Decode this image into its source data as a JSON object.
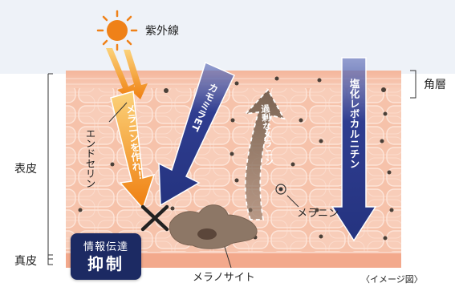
{
  "labels": {
    "uv": "紫外線",
    "stratum_corneum": "角層",
    "epidermis": "表皮",
    "dermis": "真皮",
    "endothelin": "エンドセリン",
    "melanin": "メラニン",
    "melanocyte": "メラノサイト",
    "image_note": "〈イメージ図〉"
  },
  "arrows": {
    "make_melanin": "メラニンを作れ！",
    "chamomile": "カモミラET",
    "excess_melanin": "過剰なメラニン",
    "carnitine": "塩化レボカルニチン"
  },
  "badge": {
    "line1": "情報伝達",
    "line2": "抑制"
  },
  "colors": {
    "skin": "#f6c2aa",
    "skin_cell_border": "#fbe0d3",
    "stratum": "#f3b39a",
    "navy": "#2b3a8c",
    "orange": "#f08b1e",
    "brown": "#8c7462",
    "badge": "#1c2a63"
  }
}
